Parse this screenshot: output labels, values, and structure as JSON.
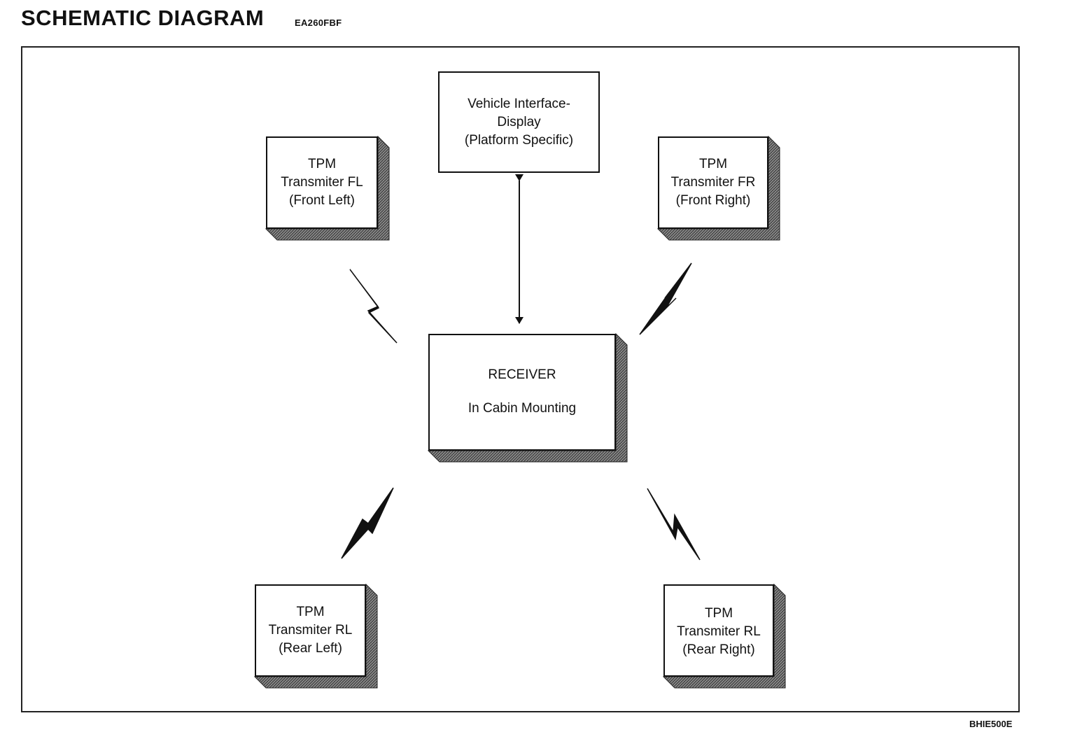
{
  "header": {
    "title": "SCHEMATIC  DIAGRAM",
    "code": "EA260FBF"
  },
  "figure_id": "BHIE500E",
  "diagram": {
    "vehicle_interface": [
      "Vehicle Interface-",
      "Display",
      "(Platform Specific)"
    ],
    "receiver": {
      "title": "RECEIVER",
      "subtitle": "In Cabin Mounting"
    },
    "transmitter_fl": [
      "TPM",
      "Transmiter FL",
      "(Front Left)"
    ],
    "transmitter_fr": [
      "TPM",
      "Transmiter FR",
      "(Front Right)"
    ],
    "transmitter_rl": [
      "TPM",
      "Transmiter RL",
      "(Rear Left)"
    ],
    "transmitter_rr": [
      "TPM",
      "Transmiter RL",
      "(Rear Right)"
    ],
    "links": [
      {
        "from": "vehicle_interface",
        "to": "receiver",
        "type": "bidirectional-arrow"
      },
      {
        "from": "transmitter_fl",
        "to": "receiver",
        "type": "wireless-bolt"
      },
      {
        "from": "transmitter_fr",
        "to": "receiver",
        "type": "wireless-bolt"
      },
      {
        "from": "transmitter_rl",
        "to": "receiver",
        "type": "wireless-bolt"
      },
      {
        "from": "transmitter_rr",
        "to": "receiver",
        "type": "wireless-bolt"
      }
    ]
  }
}
